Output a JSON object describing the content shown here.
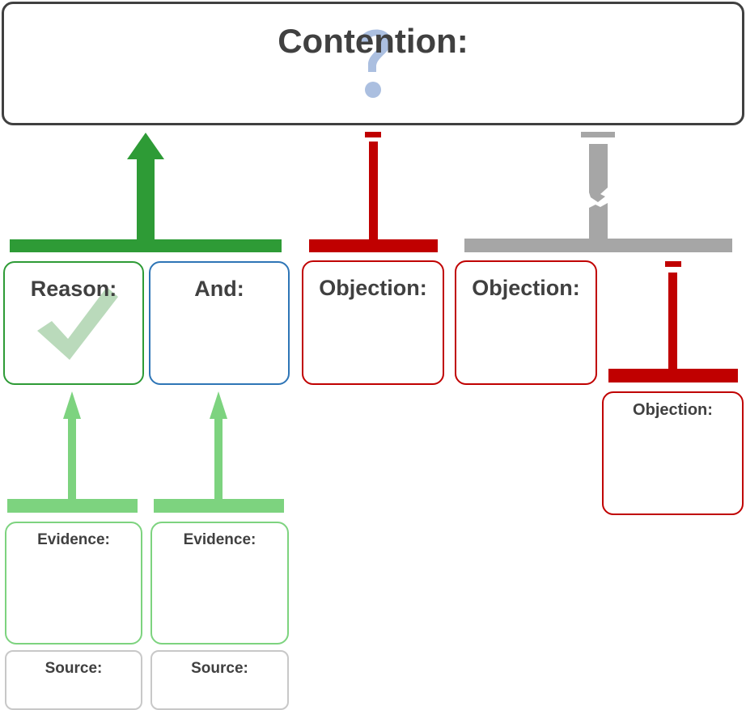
{
  "contention": {
    "label": "Contention:",
    "icon": "question-mark-icon"
  },
  "reason": {
    "label": "Reason:",
    "icon": "checkmark-icon"
  },
  "and": {
    "label": "And:"
  },
  "objection_1": {
    "label": "Objection:"
  },
  "objection_2": {
    "label": "Objection:"
  },
  "objection_3": {
    "label": "Objection:"
  },
  "evidence_1": {
    "label": "Evidence:"
  },
  "evidence_2": {
    "label": "Evidence:"
  },
  "source_1": {
    "label": "Source:"
  },
  "source_2": {
    "label": "Source:"
  },
  "colors": {
    "support": "#2e9b36",
    "evidence": "#7dd37f",
    "objection": "#c00000",
    "rebuttal": "#a6a6a6",
    "and": "#2e75b6",
    "source": "#c8c8c8",
    "text": "#404040"
  }
}
